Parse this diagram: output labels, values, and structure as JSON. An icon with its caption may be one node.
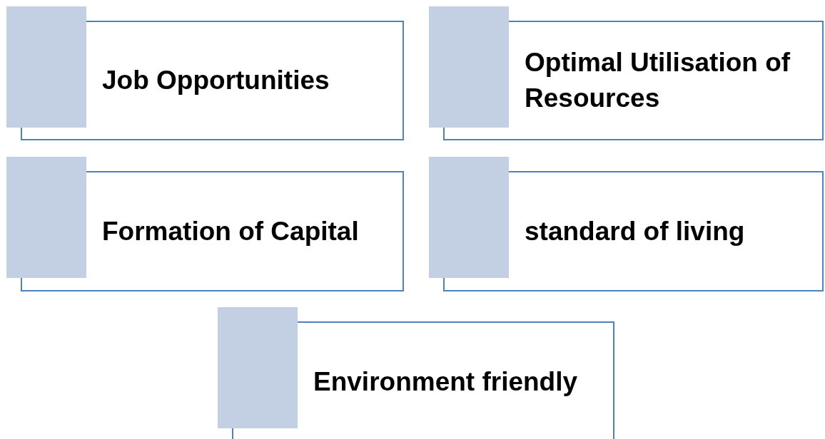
{
  "diagram": {
    "nodes": [
      {
        "text": [
          "Job Opportunities"
        ]
      },
      {
        "text": [
          "Optimal Utilisation of Resources"
        ]
      },
      {
        "text": [
          "Formation of Capital"
        ]
      },
      {
        "text": [
          "standard of living"
        ]
      },
      {
        "text": [
          "Environment friendly"
        ]
      }
    ]
  }
}
